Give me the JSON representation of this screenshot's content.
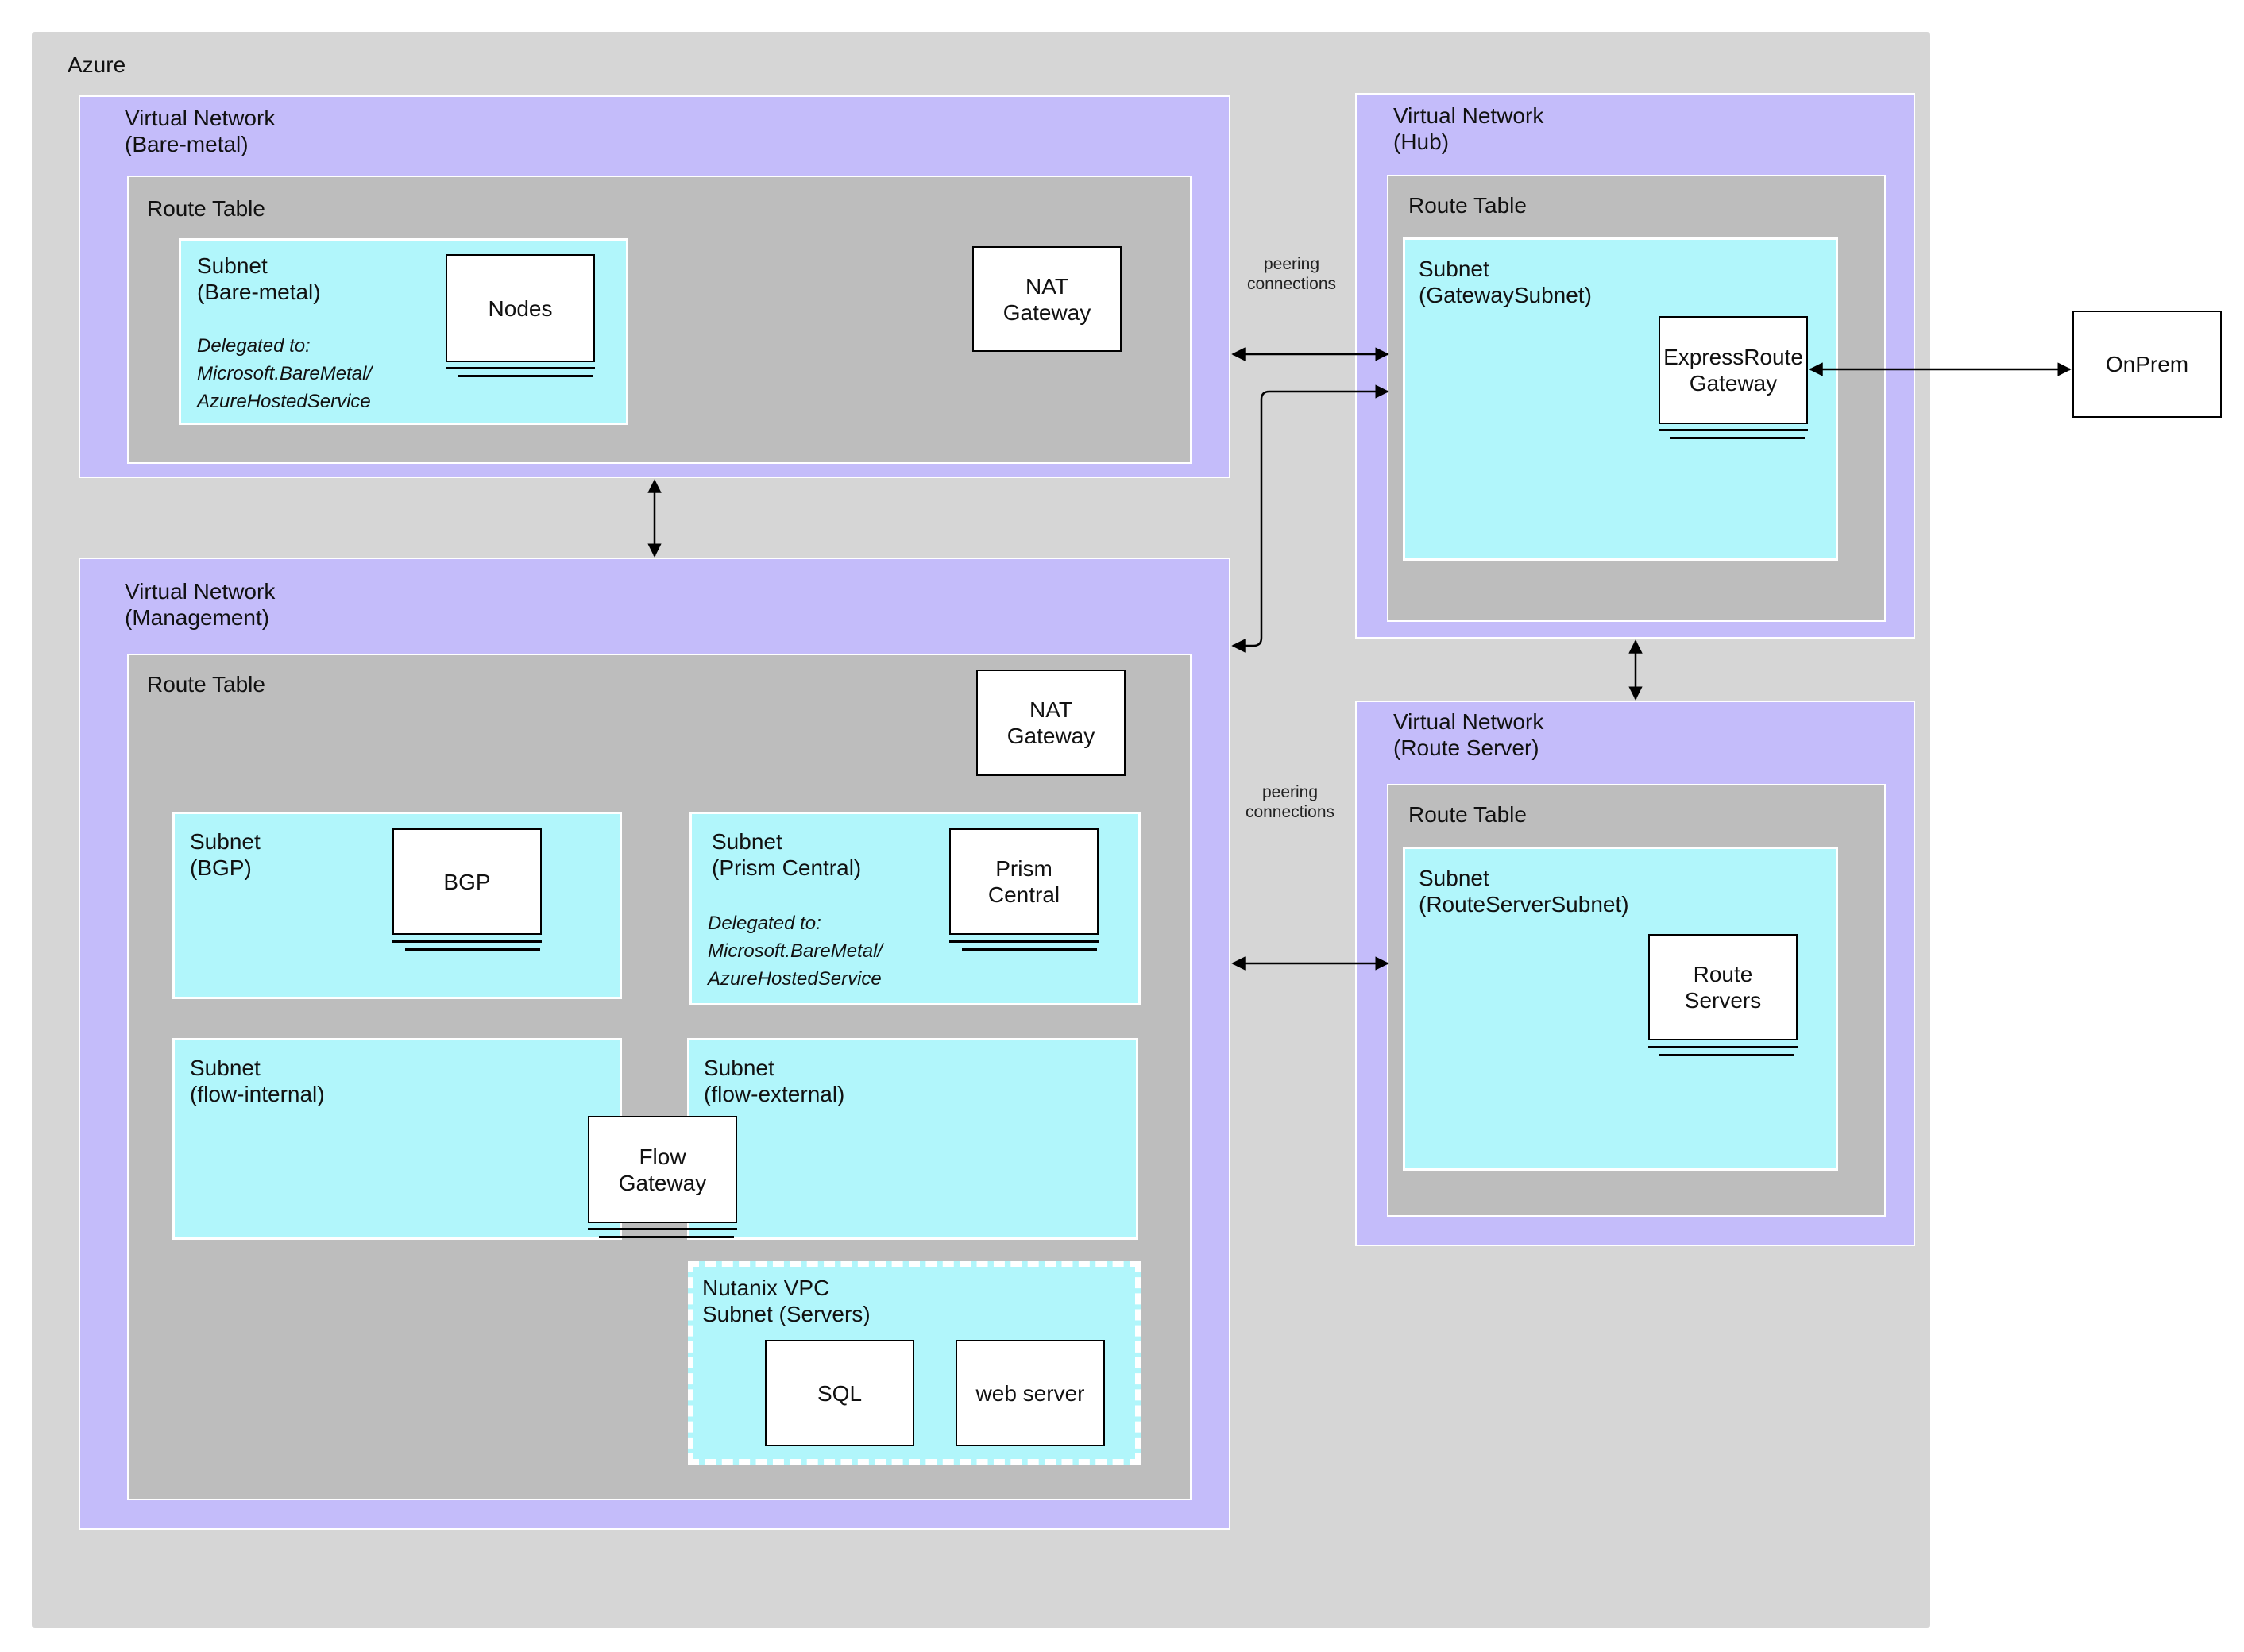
{
  "azure": {
    "label": "Azure"
  },
  "vnet_baremetal": {
    "title": "Virtual Network\n(Bare-metal)",
    "route_table": "Route Table",
    "subnet": {
      "title": "Subnet\n(Bare-metal)",
      "delegated": "Delegated to:\nMicrosoft.BareMetal/\nAzureHostedService",
      "node": "Nodes"
    },
    "nat": "NAT\nGateway"
  },
  "vnet_management": {
    "title": "Virtual Network\n(Management)",
    "route_table": "Route Table",
    "nat": "NAT\nGateway",
    "subnet_bgp": {
      "title": "Subnet\n(BGP)",
      "node": "BGP"
    },
    "subnet_prism": {
      "title": "Subnet\n(Prism Central)",
      "delegated": "Delegated to:\nMicrosoft.BareMetal/\nAzureHostedService",
      "node": "Prism\nCentral"
    },
    "subnet_flow_internal": {
      "title": "Subnet\n(flow-internal)"
    },
    "subnet_flow_external": {
      "title": "Subnet\n(flow-external)"
    },
    "flow_gateway": "Flow\nGateway",
    "nutanix_vpc": {
      "title": "Nutanix VPC\nSubnet (Servers)",
      "sql": "SQL",
      "web": "web server"
    }
  },
  "vnet_hub": {
    "title": "Virtual Network\n(Hub)",
    "route_table": "Route Table",
    "subnet": {
      "title": "Subnet\n(GatewaySubnet)",
      "node": "ExpressRoute\nGateway"
    }
  },
  "vnet_routeserver": {
    "title": "Virtual Network\n(Route Server)",
    "route_table": "Route Table",
    "subnet": {
      "title": "Subnet\n(RouteServerSubnet)",
      "node": "Route\nServers"
    }
  },
  "onprem": "OnPrem",
  "peering_top": "peering\nconnections",
  "peering_bottom": "peering\nconnections"
}
